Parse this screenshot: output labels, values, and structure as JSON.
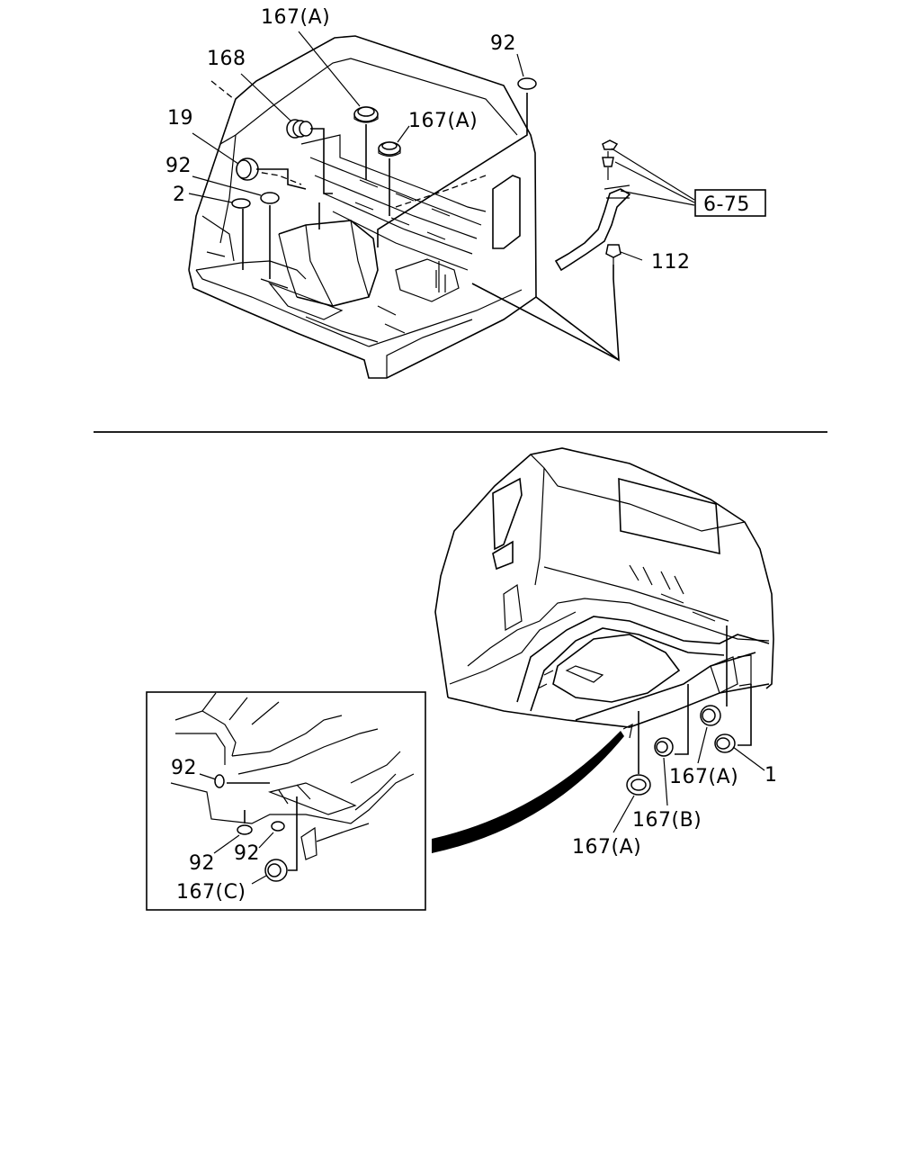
{
  "callouts": {
    "top": {
      "p167a_1": "167(A)",
      "p168": "168",
      "p92_top": "92",
      "p167a_2": "167(A)",
      "p19": "19",
      "p92_left": "92",
      "p2": "2",
      "ref_6_75": "6-75",
      "p112": "112"
    },
    "bottom": {
      "p92_inset_1": "92",
      "p92_inset_2": "92",
      "p92_inset_3": "92",
      "p167c": "167(C)",
      "p167a_right": "167(A)",
      "p1": "1",
      "p167b": "167(B)",
      "p167a_bottom": "167(A)"
    }
  }
}
